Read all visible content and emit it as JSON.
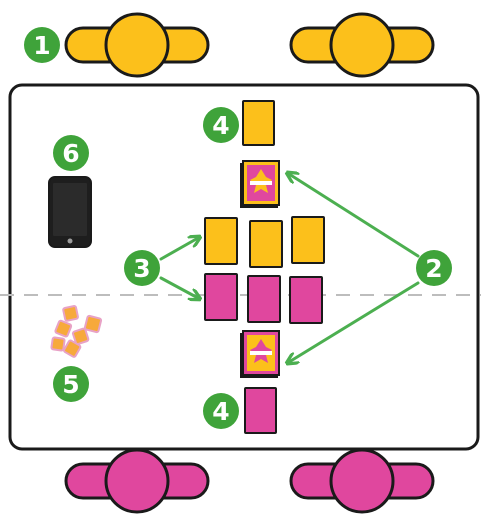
{
  "colors": {
    "player_top": "#FCC01B",
    "player_bottom": "#E0479E",
    "card_yellow": "#FCC01B",
    "card_pink": "#E0479E",
    "arrow_green": "#4CAF50",
    "badge_green": "#3FA33A",
    "outline": "#1a1a1a",
    "divider": "#bdbdbd",
    "token_orange": "#F7A93B",
    "token_pink": "#E8A2C6"
  },
  "labels": {
    "players": "1",
    "decks": "2",
    "playfield": "3",
    "discard_top": "4",
    "discard_bottom": "4",
    "tokens": "5",
    "device": "6"
  },
  "icons": {
    "player_seat": "player-seat-icon",
    "device": "tablet-icon",
    "tokens": "token-pile-icon",
    "deck": "card-deck-icon"
  }
}
